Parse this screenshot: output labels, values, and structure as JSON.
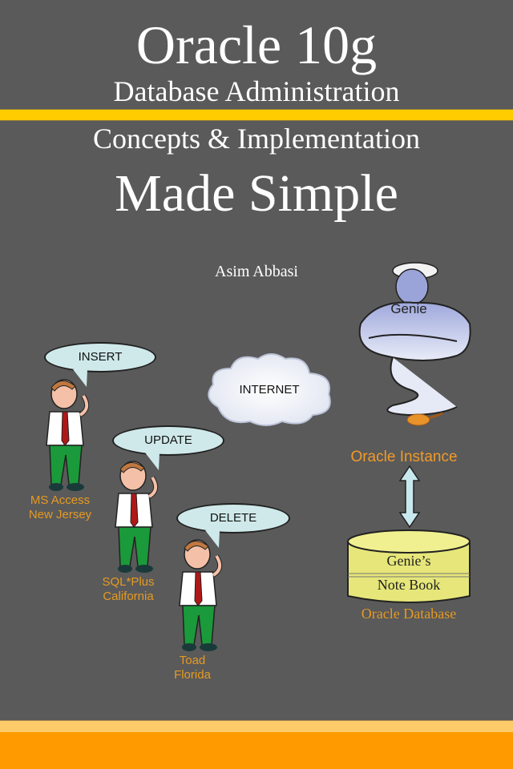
{
  "cover": {
    "title_line1": "Oracle 10g",
    "title_line2": "Database Administration",
    "subtitle_line1": "Concepts & Implementation",
    "subtitle_line2": "Made Simple",
    "author": "Asim Abbasi"
  },
  "diagram": {
    "users": [
      {
        "bubble": "INSERT",
        "tool": "MS Access",
        "location": "New Jersey"
      },
      {
        "bubble": "UPDATE",
        "tool": "SQL*Plus",
        "location": "California"
      },
      {
        "bubble": "DELETE",
        "tool": "Toad",
        "location": "Florida"
      }
    ],
    "cloud_label": "INTERNET",
    "genie_label": "Genie",
    "instance_label": "Oracle Instance",
    "database_line1": "Genie’s",
    "database_line2": "Note Book",
    "database_label": "Oracle Database"
  },
  "colors": {
    "background": "#5a5a5a",
    "rule_yellow": "#ffcc00",
    "accent_orange": "#ff9a00",
    "label_orange": "#e69a22",
    "bubble_fill": "#cfe9ea",
    "db_fill": "#eeee88"
  }
}
